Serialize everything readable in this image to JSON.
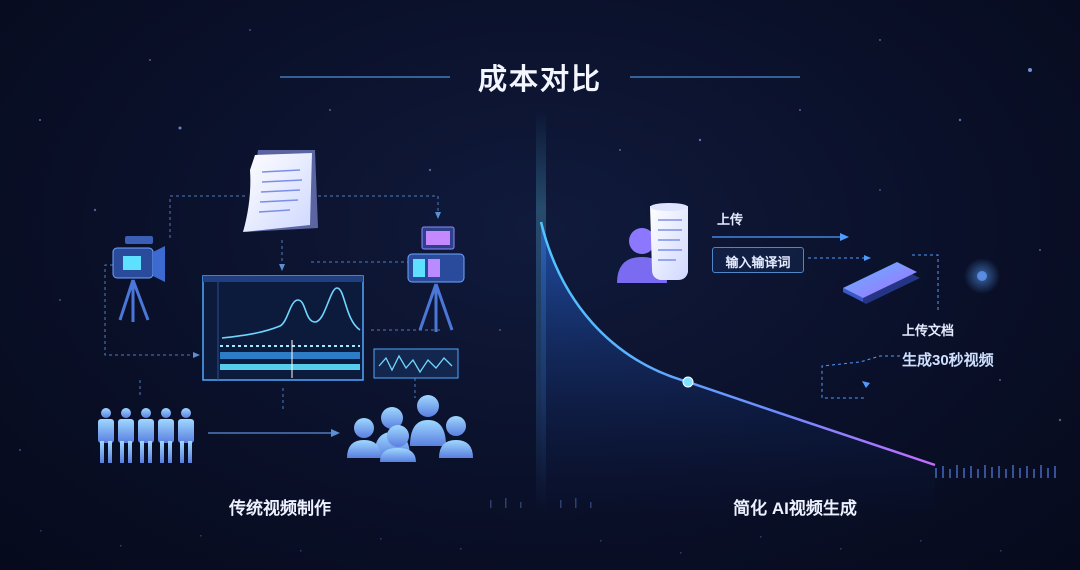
{
  "title": "成本对比",
  "left_panel": {
    "caption": "传统视频制作"
  },
  "right_panel": {
    "caption": "简化 AI视频生成",
    "steps": {
      "upload": "上传",
      "prompt": "输入输译词",
      "upload_doc": "上传文档",
      "generate": "生成30秒视频"
    }
  },
  "colors": {
    "background": "#0a1029",
    "accent_blue": "#3aa8ff",
    "accent_purple": "#b06bff",
    "panel_line": "#4fd3ff",
    "text": "#eef1ff"
  }
}
